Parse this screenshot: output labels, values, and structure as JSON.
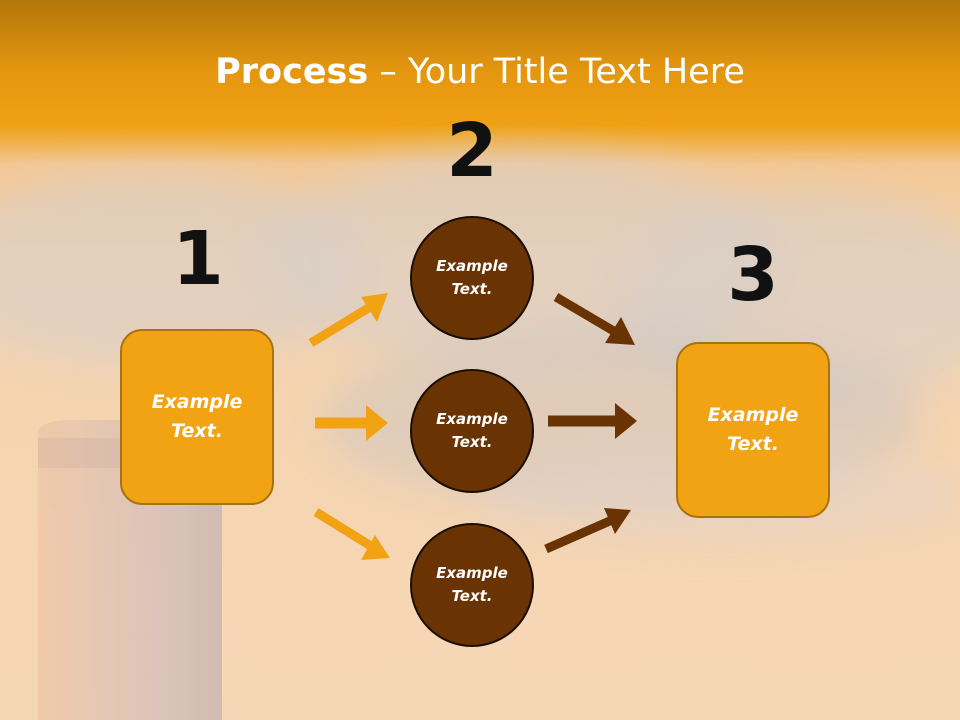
{
  "slide": {
    "title_bold": "Process",
    "title_rest": " – Your Title Text Here"
  },
  "steps": {
    "step1_number": "1",
    "step2_number": "2",
    "step3_number": "3"
  },
  "boxes": {
    "left_line1": "Example",
    "left_line2": "Text.",
    "right_line1": "Example",
    "right_line2": "Text."
  },
  "circles": [
    {
      "line1": "Example",
      "line2": "Text."
    },
    {
      "line1": "Example",
      "line2": "Text."
    },
    {
      "line1": "Example",
      "line2": "Text."
    }
  ],
  "colors": {
    "orange": "#f2a314",
    "brown": "#6a3303",
    "header": "#e4960f"
  }
}
